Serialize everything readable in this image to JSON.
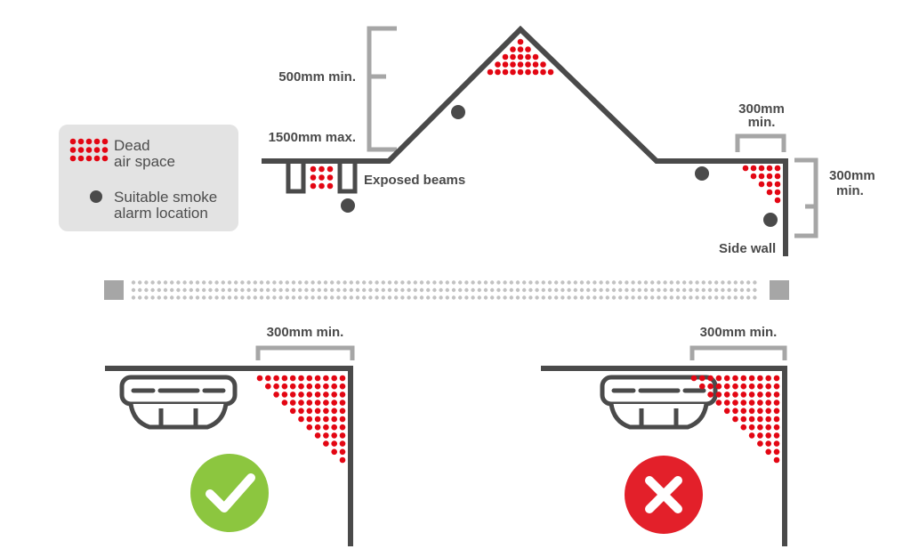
{
  "legend": {
    "dead_air_line1": "Dead",
    "dead_air_line2": "air space",
    "smoke_line1": "Suitable smoke",
    "smoke_line2": "alarm location"
  },
  "labels": {
    "min_500": "500mm min.",
    "max_1500": "1500mm max.",
    "exposed_beams": "Exposed beams",
    "min_300_top_line1": "300mm",
    "min_300_top_line2": "min.",
    "min_300_side_line1": "300mm",
    "min_300_side_line2": "min.",
    "side_wall": "Side wall",
    "min_300_left": "300mm min.",
    "min_300_right": "300mm min."
  },
  "colors": {
    "structure": "#4a4a4a",
    "bracket": "#a6a6a6",
    "dead_air": "#e30613",
    "legend_bg": "#e3e3e3",
    "correct": "#8cc63f",
    "incorrect": "#e3202a"
  },
  "status_icons": [
    "check-icon",
    "cross-icon"
  ]
}
